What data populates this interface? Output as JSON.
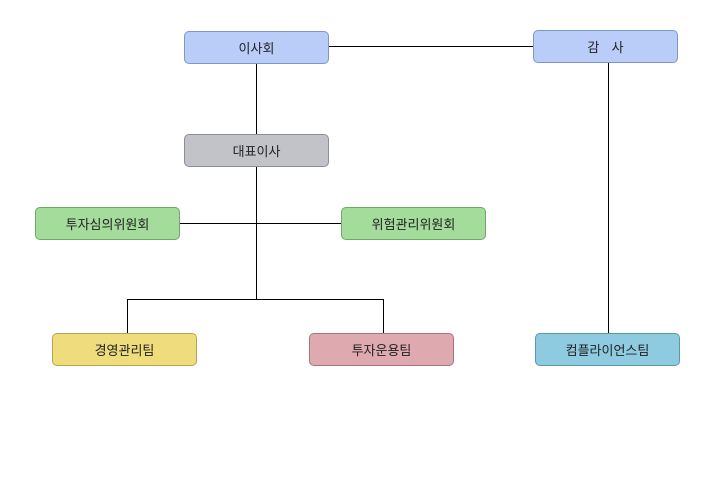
{
  "org": {
    "board": {
      "label": "이사회",
      "fill": "#b9cdf8",
      "stroke": "#7f97c5"
    },
    "auditor": {
      "label": "감   사",
      "fill": "#b9cdf8",
      "stroke": "#7f97c5"
    },
    "ceo": {
      "label": "대표이사",
      "fill": "#c2c3c8",
      "stroke": "#8e8f94"
    },
    "investment_committee": {
      "label": "투자심의위원회",
      "fill": "#a3dc9b",
      "stroke": "#6fa867"
    },
    "risk_committee": {
      "label": "위험관리위원회",
      "fill": "#a3dc9b",
      "stroke": "#6fa867"
    },
    "management_team": {
      "label": "경영관리팀",
      "fill": "#efdd7d",
      "stroke": "#b8a54b"
    },
    "investment_operations_team": {
      "label": "투자운용팀",
      "fill": "#dfa9b0",
      "stroke": "#a8737a"
    },
    "compliance_team": {
      "label": "컴플라이언스팀",
      "fill": "#8fcbe0",
      "stroke": "#5c97ab"
    }
  }
}
